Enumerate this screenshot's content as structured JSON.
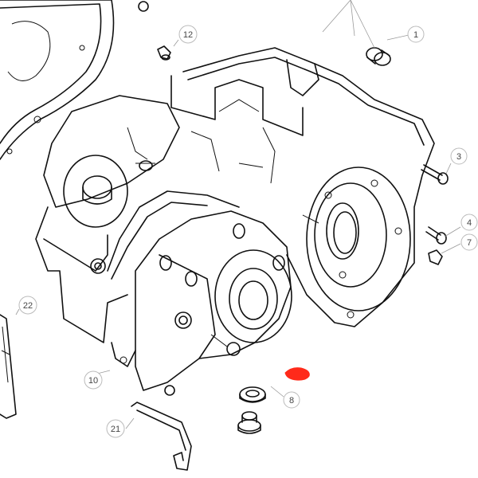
{
  "callouts": [
    {
      "id": "c1",
      "label": "1"
    },
    {
      "id": "c3",
      "label": "3"
    },
    {
      "id": "c4",
      "label": "4"
    },
    {
      "id": "c7",
      "label": "7"
    },
    {
      "id": "c8",
      "label": "8"
    },
    {
      "id": "c10",
      "label": "10"
    },
    {
      "id": "c12",
      "label": "12"
    },
    {
      "id": "c21",
      "label": "21"
    },
    {
      "id": "c22",
      "label": "22"
    }
  ],
  "highlight_color": "#ff2a1a"
}
